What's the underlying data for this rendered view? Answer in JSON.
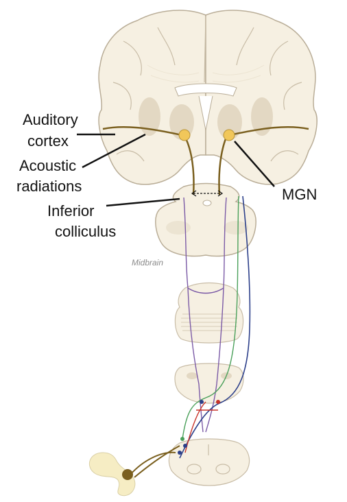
{
  "labels": {
    "auditory_cortex_line1": "Auditory",
    "auditory_cortex_line2": "cortex",
    "acoustic_radiations_line1": "Acoustic",
    "acoustic_radiations_line2": "radiations",
    "inferior_colliculus_line1": "Inferior",
    "inferior_colliculus_line2": "colliculus",
    "mgn": "MGN",
    "midbrain": "Midbrain"
  },
  "colors": {
    "tissue_fill": "#f6f0e2",
    "tissue_outline": "#b9ad97",
    "gray_matter": "#e3d8c3",
    "radiation_tract": "#7a5f1e",
    "mgn_nucleus": "#f1c75a",
    "lemniscus_purple": "#7b5aa6",
    "lemniscus_green": "#4aa05a",
    "lemniscus_blue": "#2c3f8a",
    "lemniscus_red": "#c8342a",
    "leader_line": "#111111"
  }
}
